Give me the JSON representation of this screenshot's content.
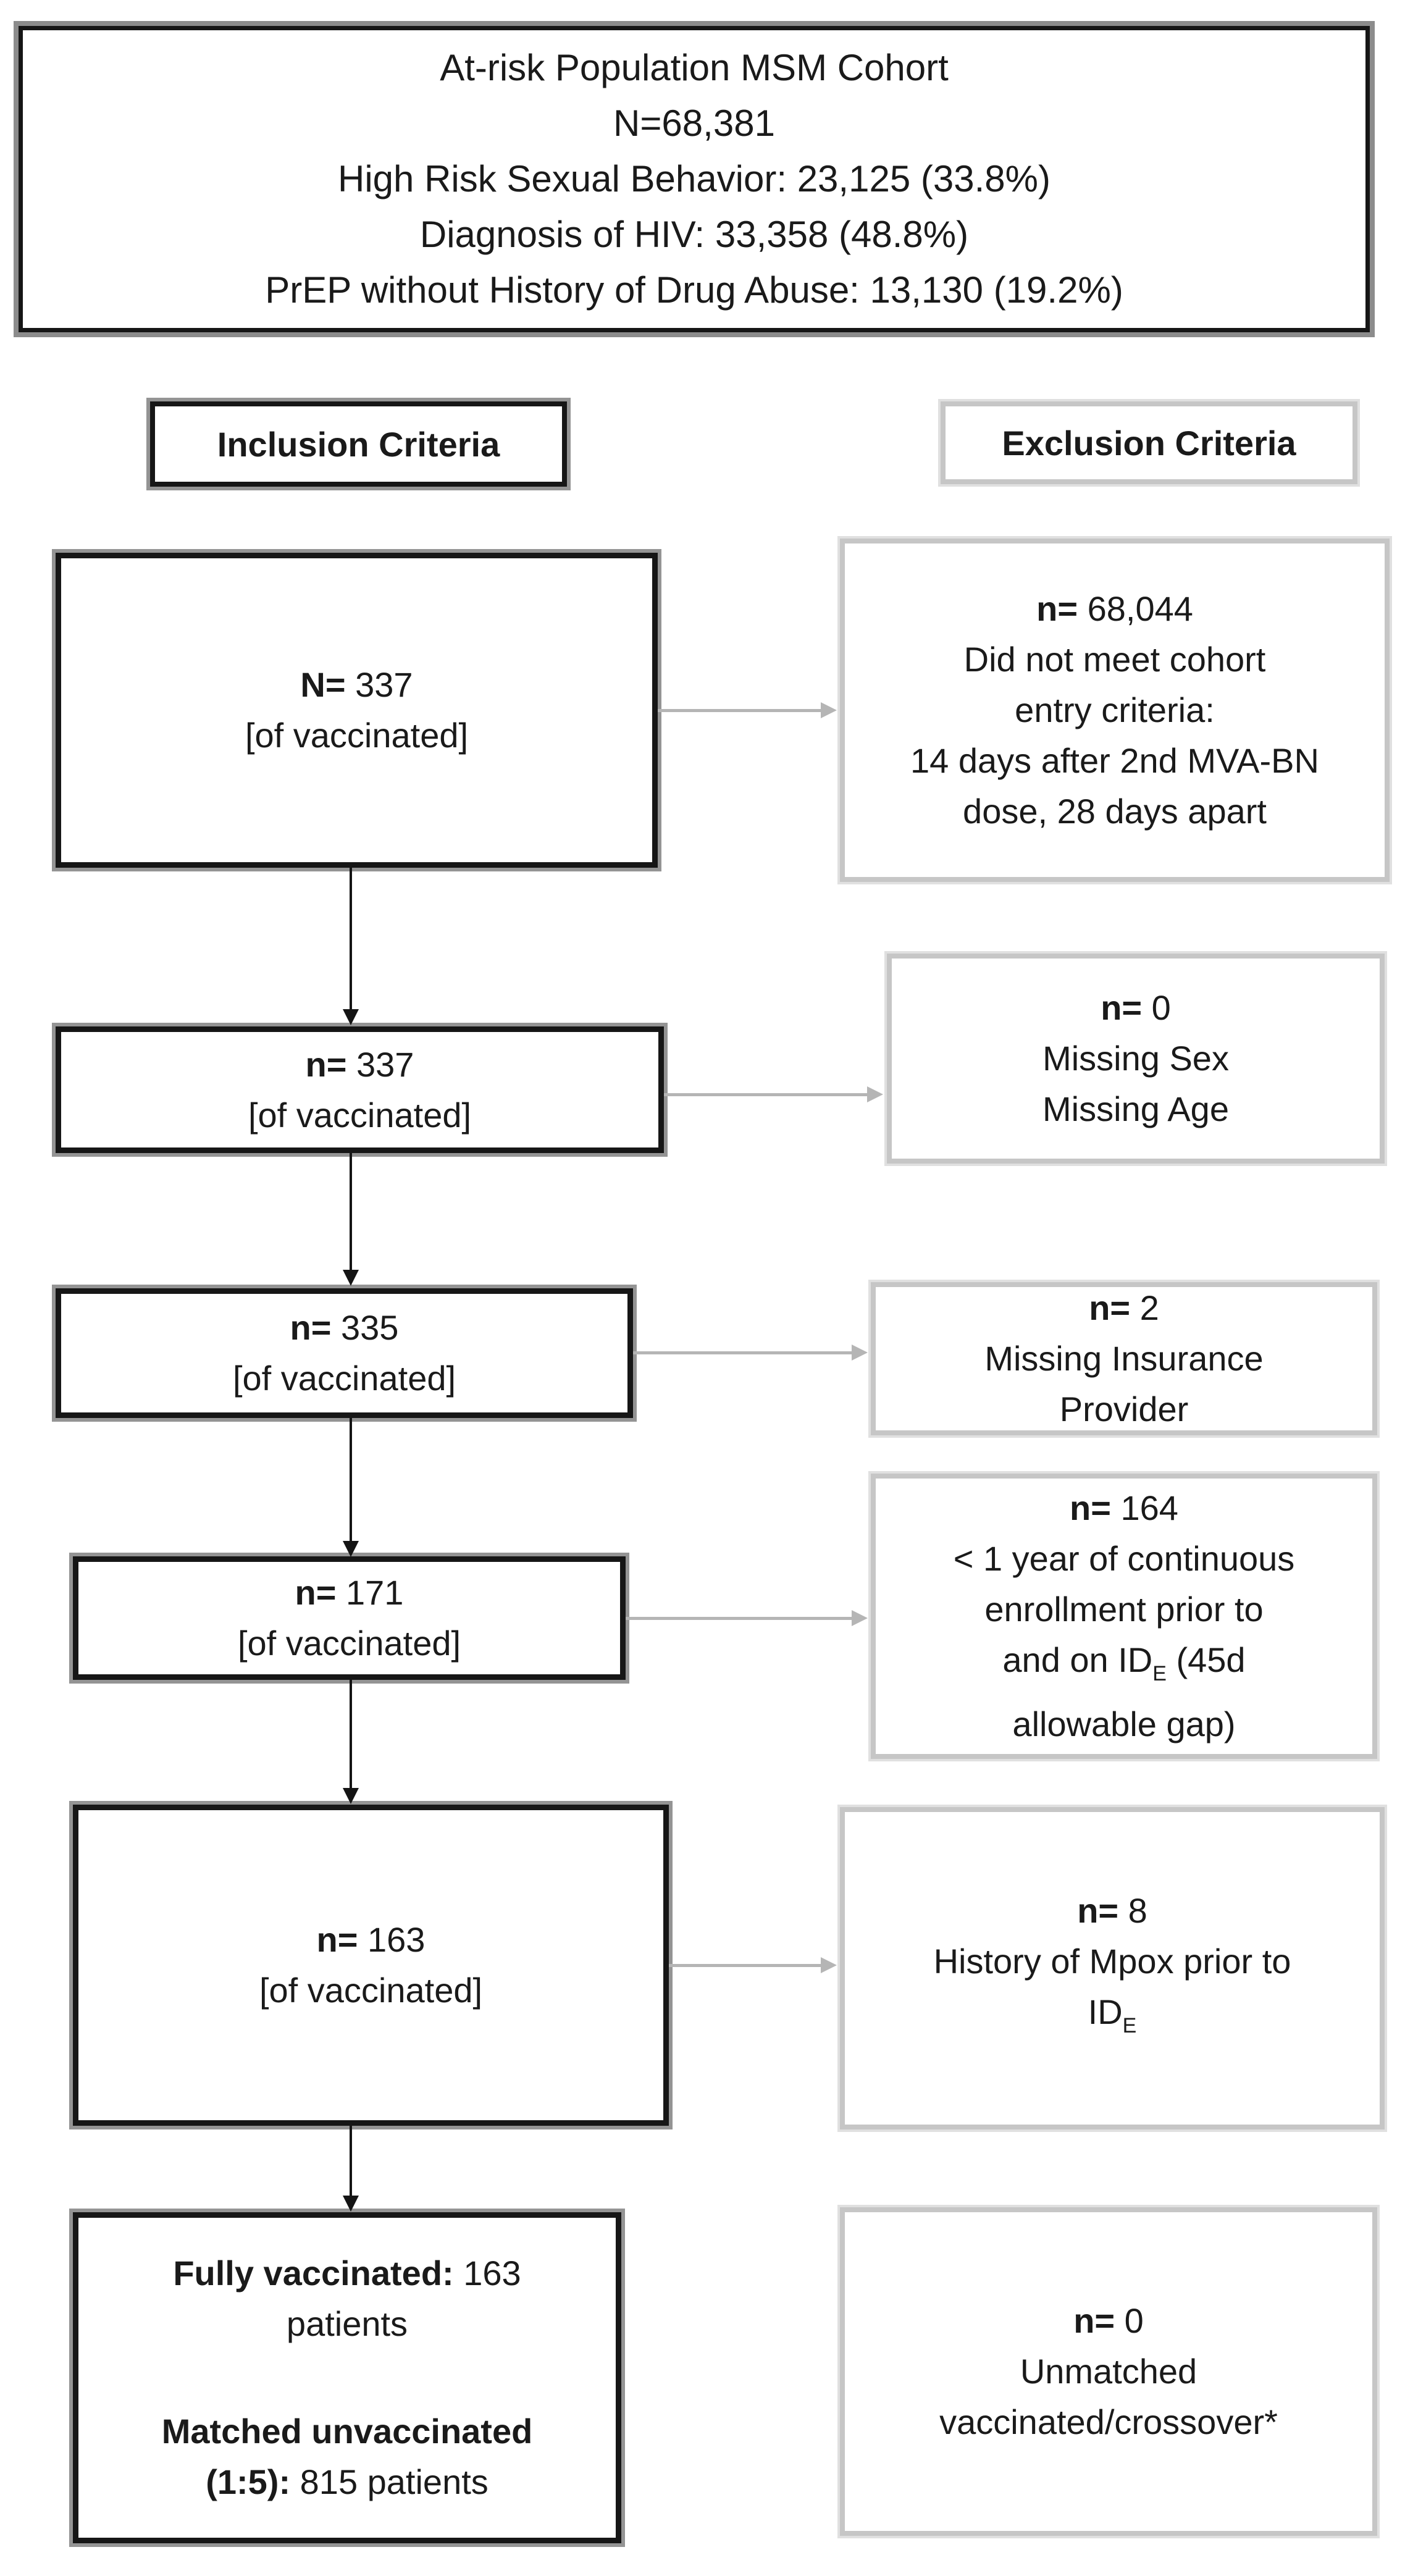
{
  "cohort": {
    "line1": "At-risk Population MSM Cohort",
    "line2": "N=68,381",
    "line3": "High Risk Sexual Behavior: 23,125 (33.8%)",
    "line4": "Diagnosis of HIV: 33,358 (48.8%)",
    "line5": "PrEP without History of Drug Abuse: 13,130 (19.2%)"
  },
  "headers": {
    "inclusion": "Inclusion Criteria",
    "exclusion": "Exclusion Criteria"
  },
  "inclusion_steps": {
    "step1": {
      "prefix": "N=",
      "count": " 337",
      "note": "[of vaccinated]"
    },
    "step2": {
      "prefix": "n=",
      "count": " 337",
      "note": "[of vaccinated]"
    },
    "step3": {
      "prefix": "n=",
      "count": " 335",
      "note": "[of vaccinated]"
    },
    "step4": {
      "prefix": "n=",
      "count": " 171",
      "note": "[of vaccinated]"
    },
    "step5": {
      "prefix": "n=",
      "count": " 163",
      "note": "[of vaccinated]"
    }
  },
  "final_box": {
    "line1_bold": "Fully vaccinated:",
    "line1_rest": " 163",
    "line2": "patients",
    "line3_bold": "Matched unvaccinated",
    "line4_bold": "(1:5):",
    "line4_rest": " 815 patients"
  },
  "exclusions": {
    "e1": {
      "prefix": "n=",
      "count": " 68,044",
      "line1": "Did not meet cohort",
      "line2": "entry criteria:",
      "line3": "14 days after 2nd MVA-BN",
      "line4": "dose, 28 days apart"
    },
    "e2": {
      "prefix": "n=",
      "count": " 0",
      "line1": "Missing Sex",
      "line2": "Missing Age"
    },
    "e3": {
      "prefix": "n=",
      "count": " 2",
      "line1": "Missing Insurance",
      "line2": "Provider"
    },
    "e4": {
      "prefix": "n=",
      "count": " 164",
      "line1": "< 1 year of continuous",
      "line2": "enrollment prior to",
      "line3a": "and on ID",
      "line3sub": "E",
      "line3b": " (45d",
      "line4": "allowable gap)"
    },
    "e5": {
      "prefix": "n=",
      "count": " 8",
      "line1": "History of Mpox prior to",
      "line2a": "ID",
      "line2sub": "E"
    },
    "e6": {
      "prefix": "n=",
      "count": " 0",
      "line1": "Unmatched",
      "line2": "vaccinated/crossover*"
    }
  },
  "colors": {
    "text": "#1a1a1a",
    "box_border_dark": "#161616",
    "box_border_gray": "#c6c6c6",
    "arrow_black": "#141414",
    "arrow_gray": "#b5b5b5"
  }
}
